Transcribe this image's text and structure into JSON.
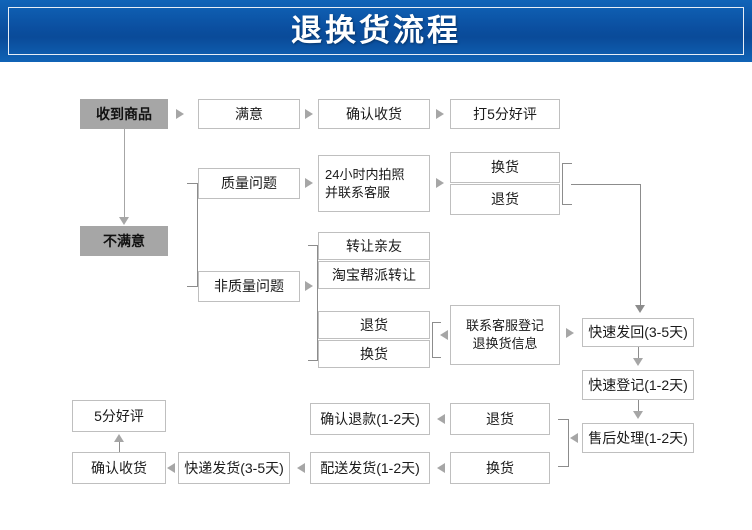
{
  "header": {
    "title": "退换货流程",
    "background_color": "#0b4fa0",
    "text_color": "#ffffff"
  },
  "theme": {
    "box_border": "#bfbfbf",
    "box_fill": "#ffffff",
    "highlight_fill": "#a6a6a6",
    "connector": "#8c8c8c",
    "arrow": "#a6a6a6"
  },
  "nodes": {
    "received_goods": "收到商品",
    "satisfied": "满意",
    "confirm_receipt_top": "确认收货",
    "rate_five_star": "打5分好评",
    "quality_issue": "质量问题",
    "photo_contact": "24小时内拍照\n并联系客服",
    "exchange_top": "换货",
    "return_top": "退货",
    "not_satisfied": "不满意",
    "non_quality_issue": "非质量问题",
    "transfer_friend": "转让亲友",
    "taobao_gang_transfer": "淘宝帮派转让",
    "return_mid": "退货",
    "exchange_mid": "换货",
    "contact_service_register": "联系客服登记\n退换货信息",
    "fast_return_ship": "快速发回(3-5天)",
    "fast_register": "快速登记(1-2天)",
    "after_sale_process": "售后处理(1-2天)",
    "return_bottom": "退货",
    "exchange_bottom": "换货",
    "confirm_refund": "确认退款(1-2天)",
    "delivery_ship": "配送发货(1-2天)",
    "express_ship": "快递发货(3-5天)",
    "confirm_receipt_bottom": "确认收货",
    "five_star_review": "5分好评"
  }
}
